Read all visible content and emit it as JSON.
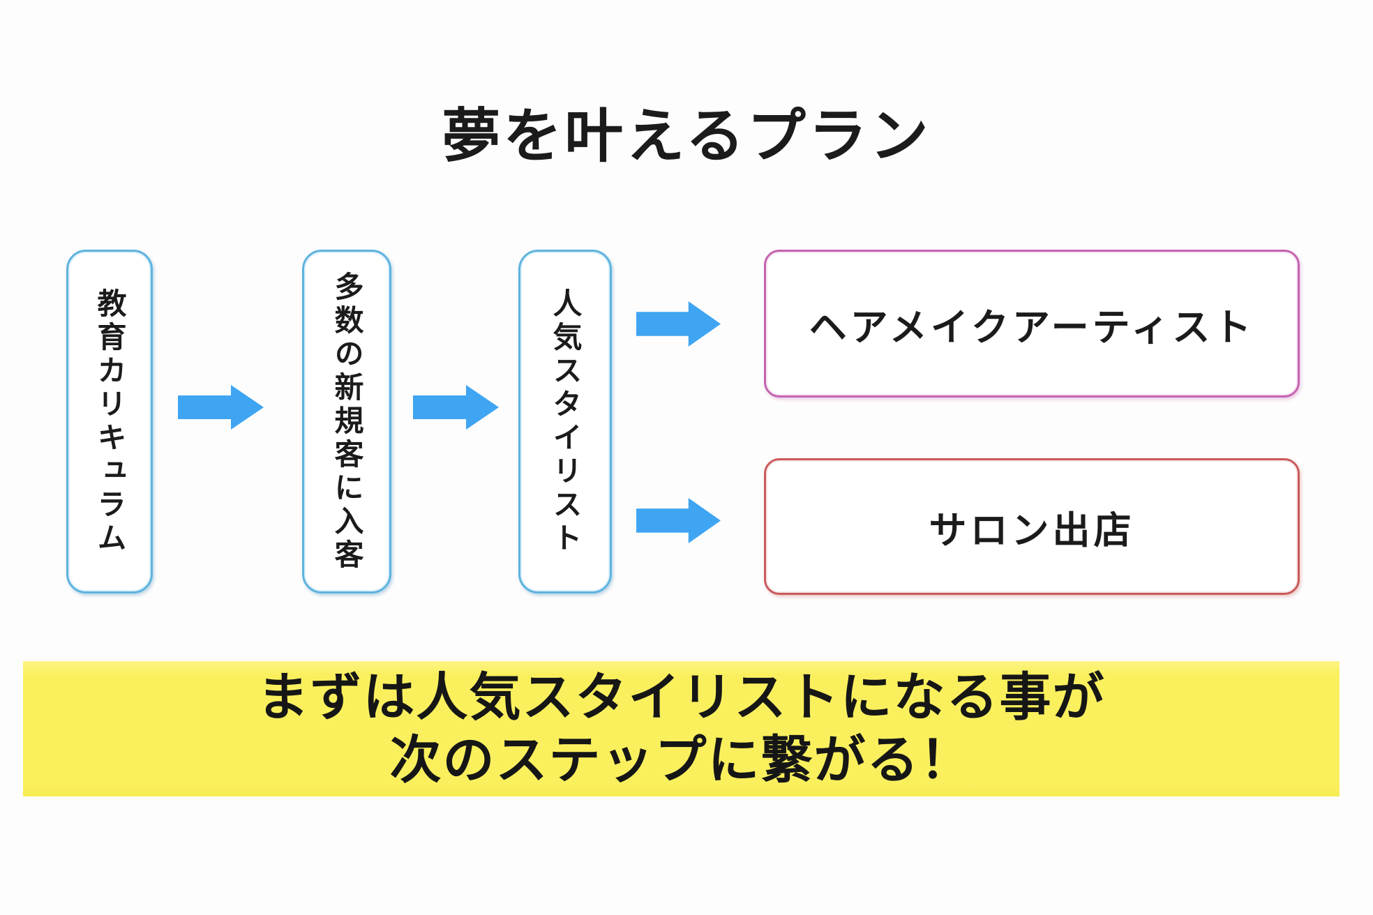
{
  "title": "夢を叶えるプラン",
  "flow": {
    "steps": [
      {
        "label": "教育カリキュラム"
      },
      {
        "label": "多数の新規客に入客"
      },
      {
        "label": "人気スタイリスト"
      }
    ],
    "outcomes": [
      {
        "label": "ヘアメイクアーティスト",
        "border_color": "#c463b0"
      },
      {
        "label": "サロン出店",
        "border_color": "#c95b5b"
      }
    ]
  },
  "banner": {
    "line1": "まずは人気スタイリストになる事が",
    "line2": "次のステップに繋がる！",
    "bg_color": "#faf05e"
  },
  "colors": {
    "arrow": "#3fa5f2",
    "step_border": "#5eb3dd",
    "background": "#fdfdfd",
    "text": "#1b1b1b"
  },
  "icons": [
    "right-arrow-icon"
  ]
}
